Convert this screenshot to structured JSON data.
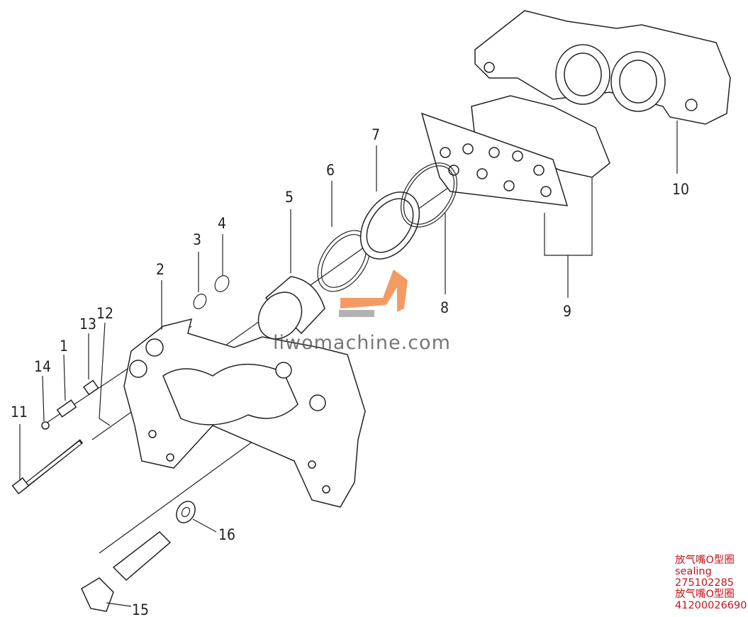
{
  "labels": {
    "l1": "1",
    "l2": "2",
    "l3": "3",
    "l4": "4",
    "l5": "5",
    "l6": "6",
    "l7": "7",
    "l8": "8",
    "l9": "9",
    "l10": "10",
    "l11": "11",
    "l12": "12",
    "l13": "13",
    "l14": "14",
    "l15": "15",
    "l16": "16"
  },
  "watermark": "liwomachine.com",
  "note": [
    "放气嘴O型圈",
    "sealing",
    "275102285",
    "放气嘴O型圈",
    "41200026690"
  ],
  "colors": {
    "note": "#c0141c",
    "watermark_logo": "#f07a30",
    "line": "#222222"
  }
}
